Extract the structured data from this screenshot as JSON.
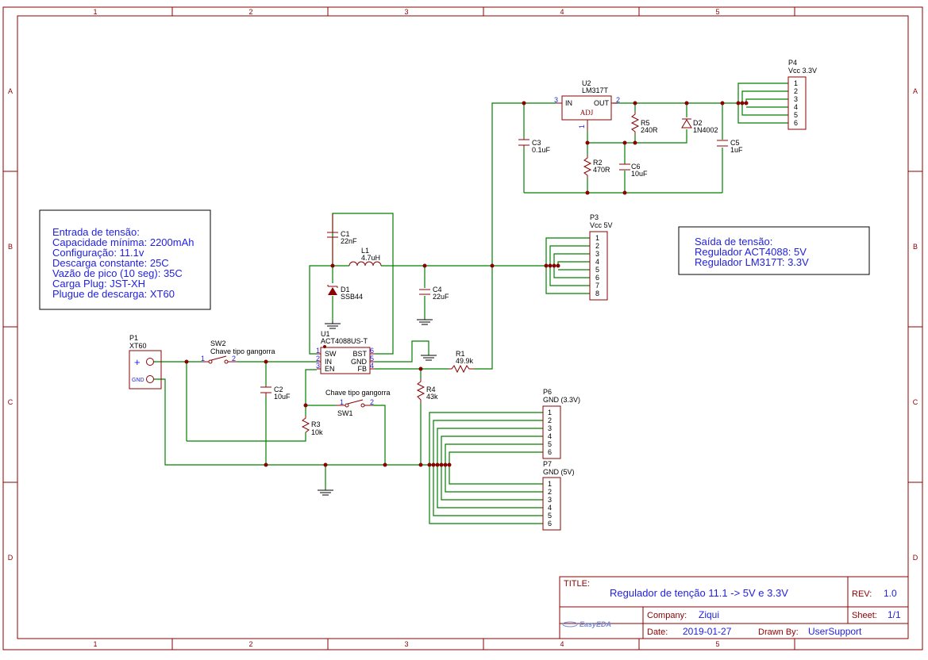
{
  "sheet": {
    "columns": [
      "1",
      "2",
      "3",
      "4",
      "5"
    ],
    "rows": [
      "A",
      "B",
      "C",
      "D"
    ]
  },
  "notes": {
    "input": [
      "Entrada de tensão:",
      "Capacidade mínima: 2200mAh",
      "Configuração: 11.1v",
      "Descarga constante: 25C",
      "Vazão de pico (10 seg): 35C",
      "Carga Plug: JST-XH",
      "Plugue de descarga: XT60"
    ],
    "output": [
      "Saída de tensão:",
      "Regulador ACT4088: 5V",
      "Regulador LM317T: 3.3V"
    ]
  },
  "components": {
    "u1": {
      "ref": "U1",
      "value": "ACT4088US-T",
      "pins": [
        "SW",
        "IN",
        "EN",
        "BST",
        "GND",
        "FB"
      ],
      "pin_numbers": [
        "1",
        "2",
        "3",
        "6",
        "5",
        "4"
      ]
    },
    "u2": {
      "ref": "U2",
      "value": "LM317T",
      "pins": [
        "IN",
        "OUT",
        "ADJ"
      ],
      "pin_numbers": [
        "3",
        "2",
        "1"
      ]
    },
    "c1": {
      "ref": "C1",
      "value": "22nF"
    },
    "c2": {
      "ref": "C2",
      "value": "10uF"
    },
    "c3": {
      "ref": "C3",
      "value": "0.1uF"
    },
    "c4": {
      "ref": "C4",
      "value": "22uF"
    },
    "c5": {
      "ref": "C5",
      "value": "1uF"
    },
    "c6": {
      "ref": "C6",
      "value": "10uF"
    },
    "l1": {
      "ref": "L1",
      "value": "4.7uH"
    },
    "d1": {
      "ref": "D1",
      "value": "SSB44"
    },
    "d2": {
      "ref": "D2",
      "value": "1N4002"
    },
    "r1": {
      "ref": "R1",
      "value": "49.9k"
    },
    "r2": {
      "ref": "R2",
      "value": "470R"
    },
    "r3": {
      "ref": "R3",
      "value": "10k"
    },
    "r4": {
      "ref": "R4",
      "value": "43k"
    },
    "r5": {
      "ref": "R5",
      "value": "240R"
    },
    "sw1": {
      "ref": "SW1",
      "value": "Chave tipo gangorra",
      "pin1": "1",
      "pin2": "2"
    },
    "sw2": {
      "ref": "SW2",
      "value": "Chave tipo gangorra",
      "pin1": "1",
      "pin2": "2"
    },
    "p1": {
      "ref": "P1",
      "value": "XT60",
      "plus": "+",
      "gnd": "GND"
    },
    "p3": {
      "ref": "P3",
      "value": "Vcc 5V",
      "pins": [
        "1",
        "2",
        "3",
        "4",
        "5",
        "6",
        "7",
        "8"
      ]
    },
    "p4": {
      "ref": "P4",
      "value": "Vcc 3.3V",
      "pins": [
        "1",
        "2",
        "3",
        "4",
        "5",
        "6"
      ]
    },
    "p6": {
      "ref": "P6",
      "value": "GND (3.3V)",
      "pins": [
        "1",
        "2",
        "3",
        "4",
        "5",
        "6"
      ]
    },
    "p7": {
      "ref": "P7",
      "value": "GND (5V)",
      "pins": [
        "1",
        "2",
        "3",
        "4",
        "5",
        "6"
      ]
    }
  },
  "title_block": {
    "title_label": "TITLE:",
    "title": "Regulador de tenção 11.1 -> 5V e 3.3V",
    "rev_label": "REV:",
    "rev": "1.0",
    "company_label": "Company:",
    "company": "Ziqui",
    "sheet_label": "Sheet:",
    "sheet": "1/1",
    "date_label": "Date:",
    "date": "2019-01-27",
    "drawn_label": "Drawn By:",
    "drawn_by": "UserSupport",
    "logo": "EasyEDA"
  },
  "colors": {
    "wire": "#008000",
    "component": "#8b0000",
    "pin_text": "#1f1fe0",
    "note_text": "#1f1fe0"
  }
}
